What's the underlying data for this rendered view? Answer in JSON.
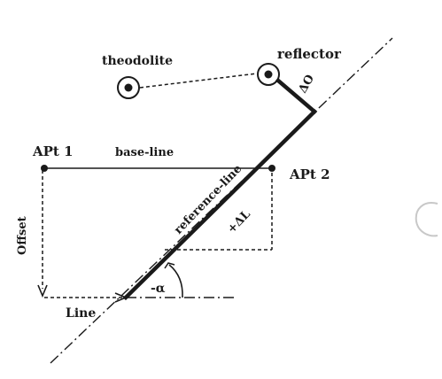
{
  "labels": {
    "theodolite": "theodolite",
    "reflector": "reflector",
    "delta_o": "ΔO",
    "apt1": "APt 1",
    "apt2": "APt 2",
    "base_line": "base-line",
    "reference_line": "reference-line",
    "plus_delta_l": "+ΔL",
    "offset": "Offset",
    "line": "Line",
    "minus_alpha": "-α"
  },
  "colors": {
    "ink": "#1a1a1a",
    "background": "#ffffff",
    "faint": "#c8c8c8"
  }
}
